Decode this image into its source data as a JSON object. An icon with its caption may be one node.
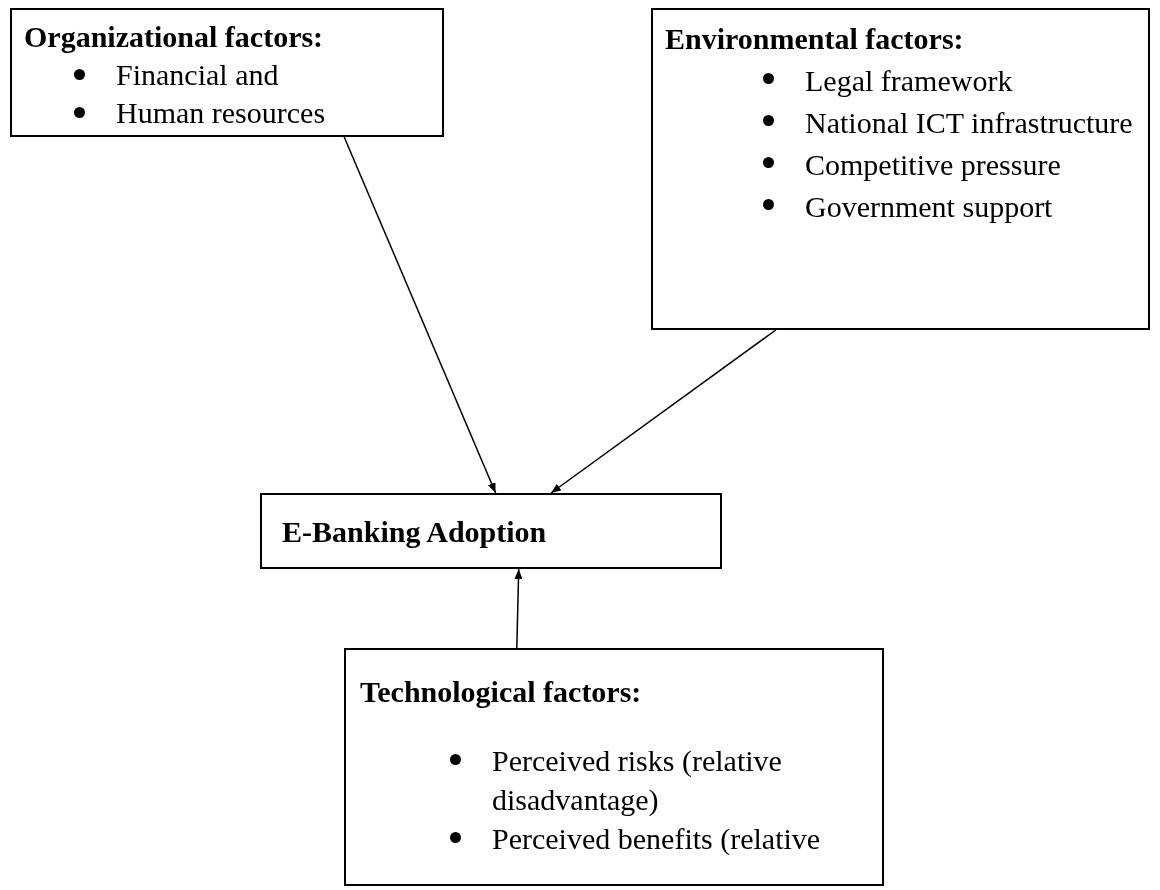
{
  "diagram": {
    "nodes": [
      {
        "text": [
          "Organizational factors:",
          "Financial and",
          "Human resources"
        ]
      },
      {
        "text": [
          "Environmental factors:",
          "Legal framework",
          "National ICT infrastructure",
          "Competitive pressure",
          "Government support"
        ]
      },
      {
        "text": [
          "E-Banking Adoption"
        ]
      },
      {
        "text": [
          "Technological factors:",
          "Perceived risks (relative disadvantage)",
          "Perceived benefits (relative"
        ]
      }
    ],
    "edges": [
      {
        "from": 0,
        "to": 2,
        "arrow": "to"
      },
      {
        "from": 1,
        "to": 2,
        "arrow": "to"
      },
      {
        "from": 3,
        "to": 2,
        "arrow": "to"
      }
    ]
  }
}
